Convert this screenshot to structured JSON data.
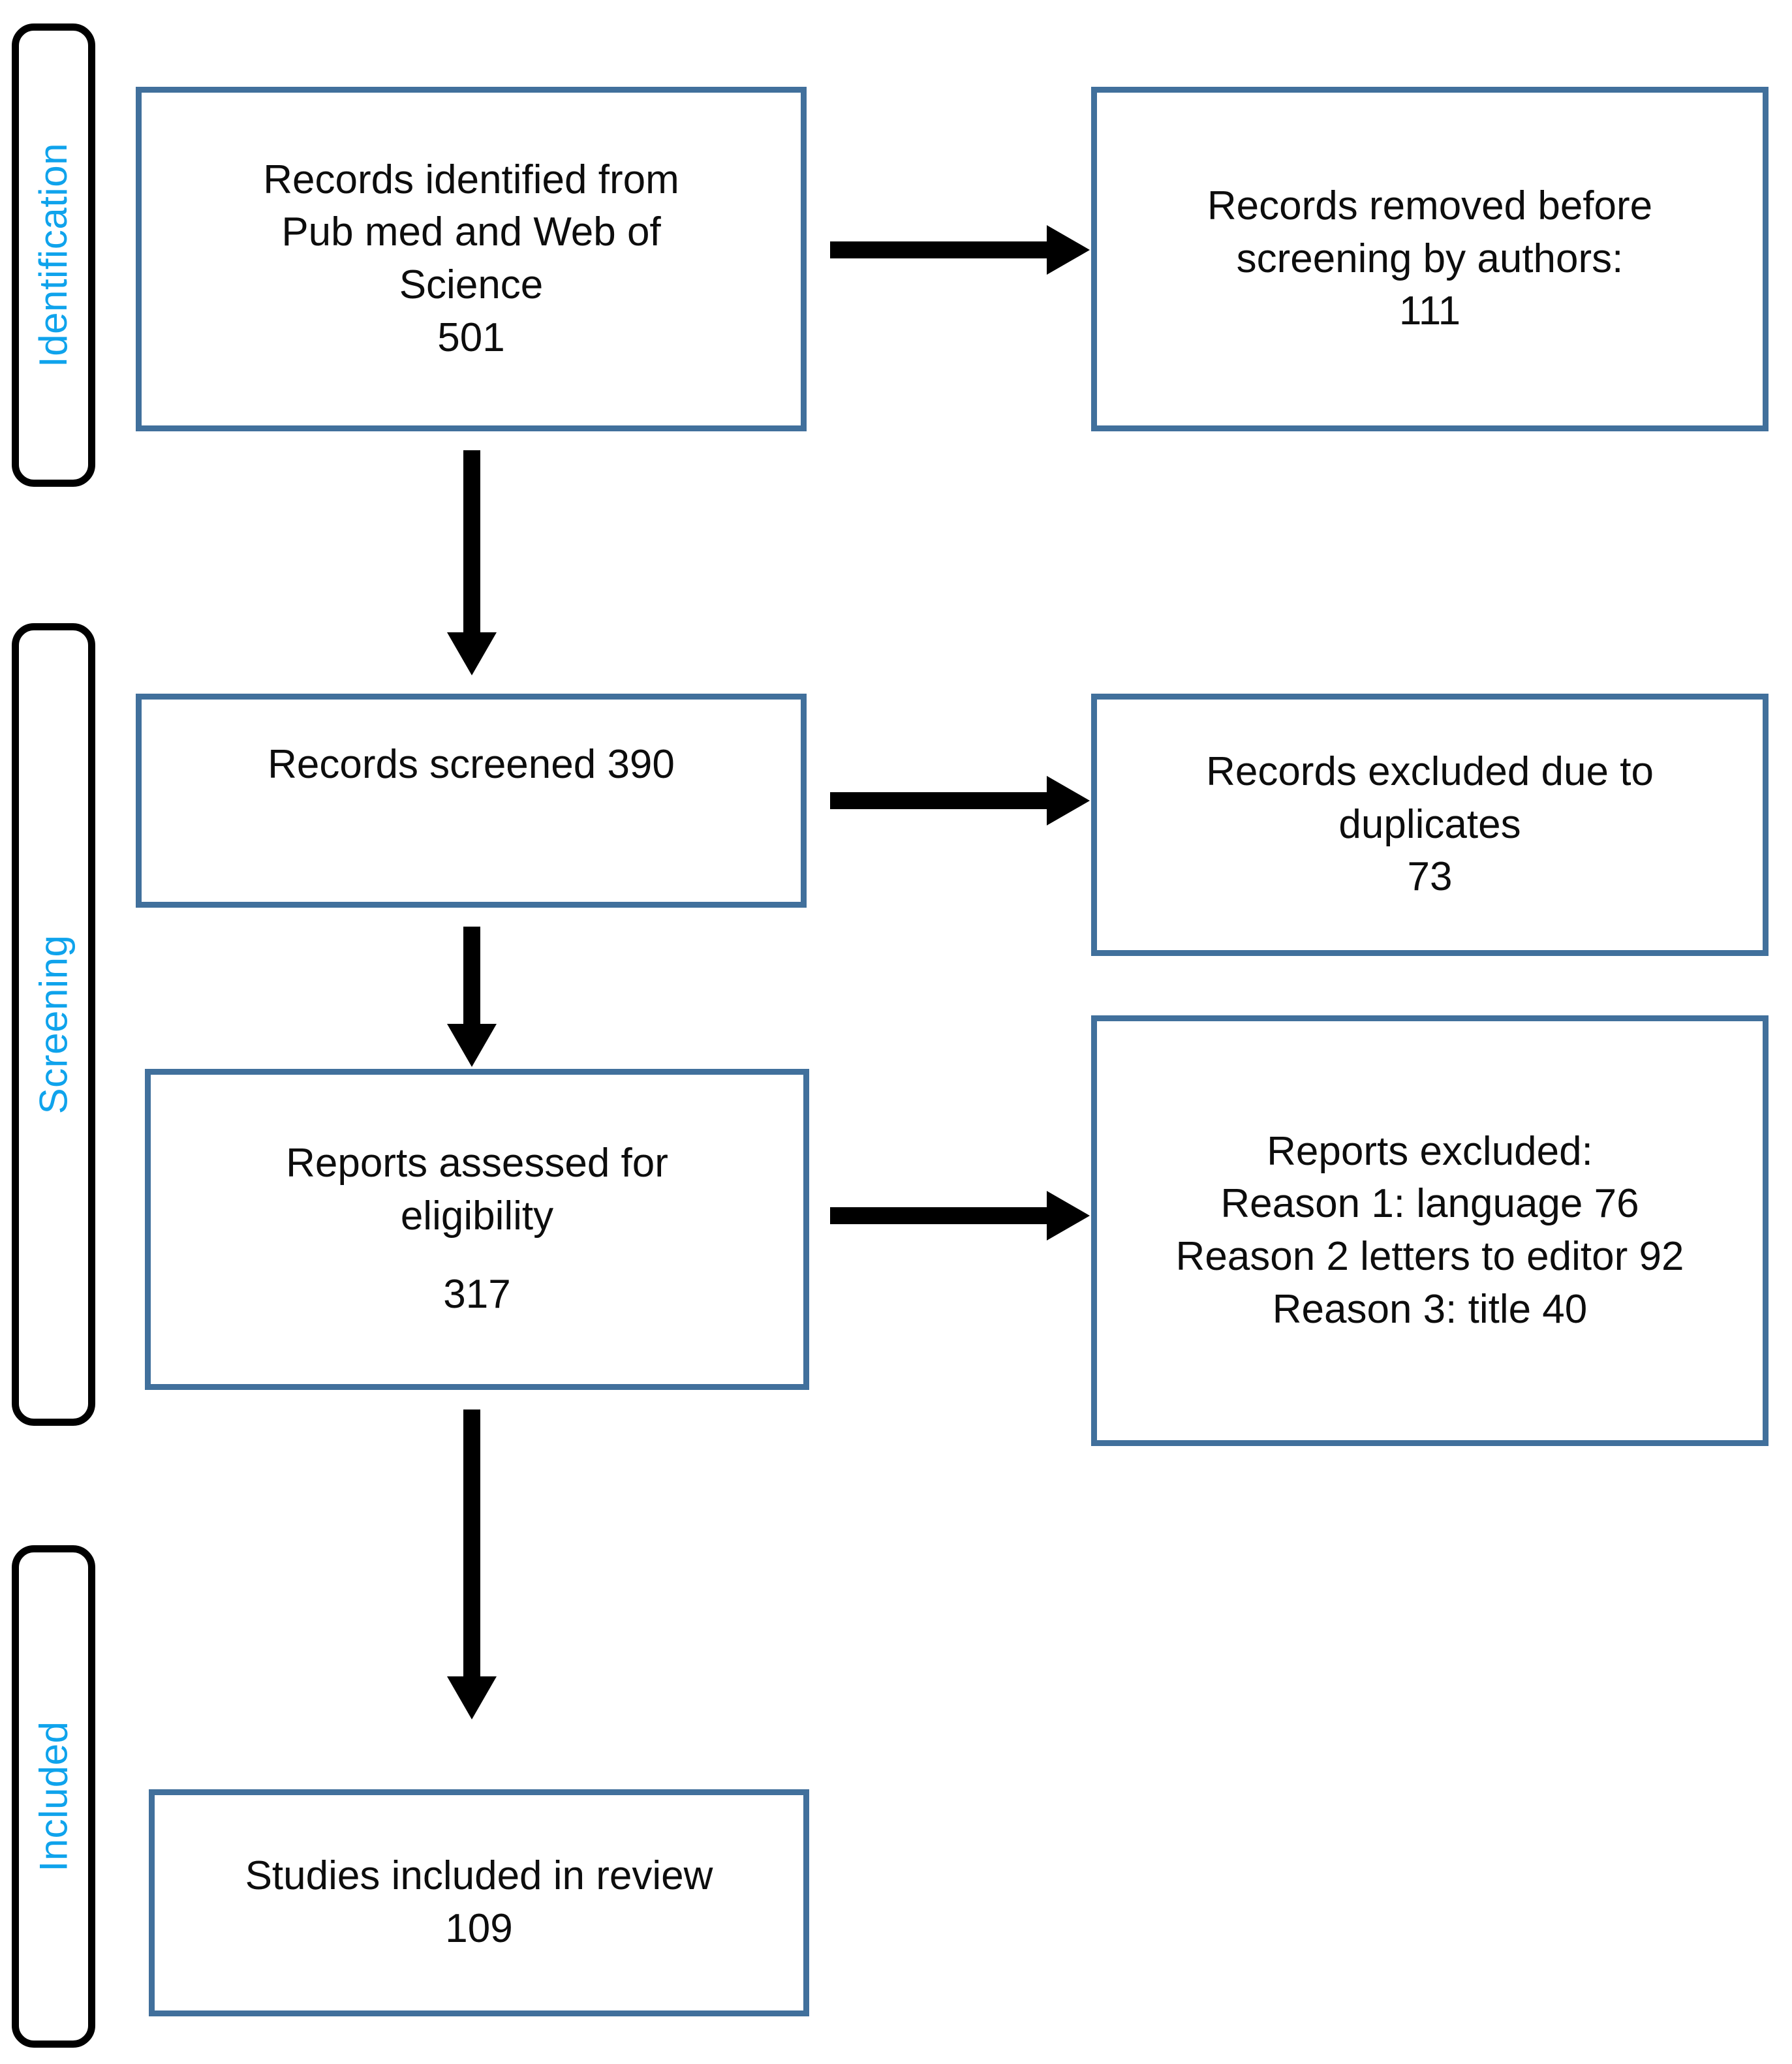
{
  "diagram": {
    "type": "prisma-flow-diagram",
    "accent_box_border_color": "#41709C",
    "stage_label_color": "#0FA3EC",
    "arrow_color": "#000000",
    "background_color": "#FFFFFF"
  },
  "stages": [
    {
      "id": "identification",
      "label": "Identification"
    },
    {
      "id": "screening",
      "label": "Screening"
    },
    {
      "id": "included",
      "label": "Included"
    }
  ],
  "boxes": {
    "records_identified": {
      "line1": "Records identified from",
      "line2": "Pub med and Web of",
      "line3": "Science",
      "count": "501"
    },
    "records_removed": {
      "line1": "Records removed before",
      "line2": "screening by authors:",
      "count": "111"
    },
    "records_screened": {
      "line1": "Records screened 390",
      "count": "390"
    },
    "records_excluded_duplicates": {
      "line1": "Records excluded due to",
      "line2": "duplicates",
      "count": "73"
    },
    "reports_assessed": {
      "line1": "Reports assessed for",
      "line2": "eligibility",
      "count": "317"
    },
    "reports_excluded": {
      "heading": "Reports excluded:",
      "reason1": "Reason 1: language 76",
      "reason2": "Reason 2 letters to editor 92",
      "reason3": "Reason 3: title 40"
    },
    "studies_included": {
      "line1": "Studies included in review",
      "count": "109"
    }
  },
  "chart_data": {
    "type": "table",
    "title": "PRISMA flow of study selection",
    "categories": [
      "Records identified from Pub med and Web of Science",
      "Records removed before screening by authors",
      "Records screened",
      "Records excluded due to duplicates",
      "Reports assessed for eligibility",
      "Reports excluded: Reason 1: language",
      "Reports excluded: Reason 2 letters to editor",
      "Reports excluded: Reason 3: title",
      "Studies included in review"
    ],
    "values": [
      501,
      111,
      390,
      73,
      317,
      76,
      92,
      40,
      109
    ]
  }
}
